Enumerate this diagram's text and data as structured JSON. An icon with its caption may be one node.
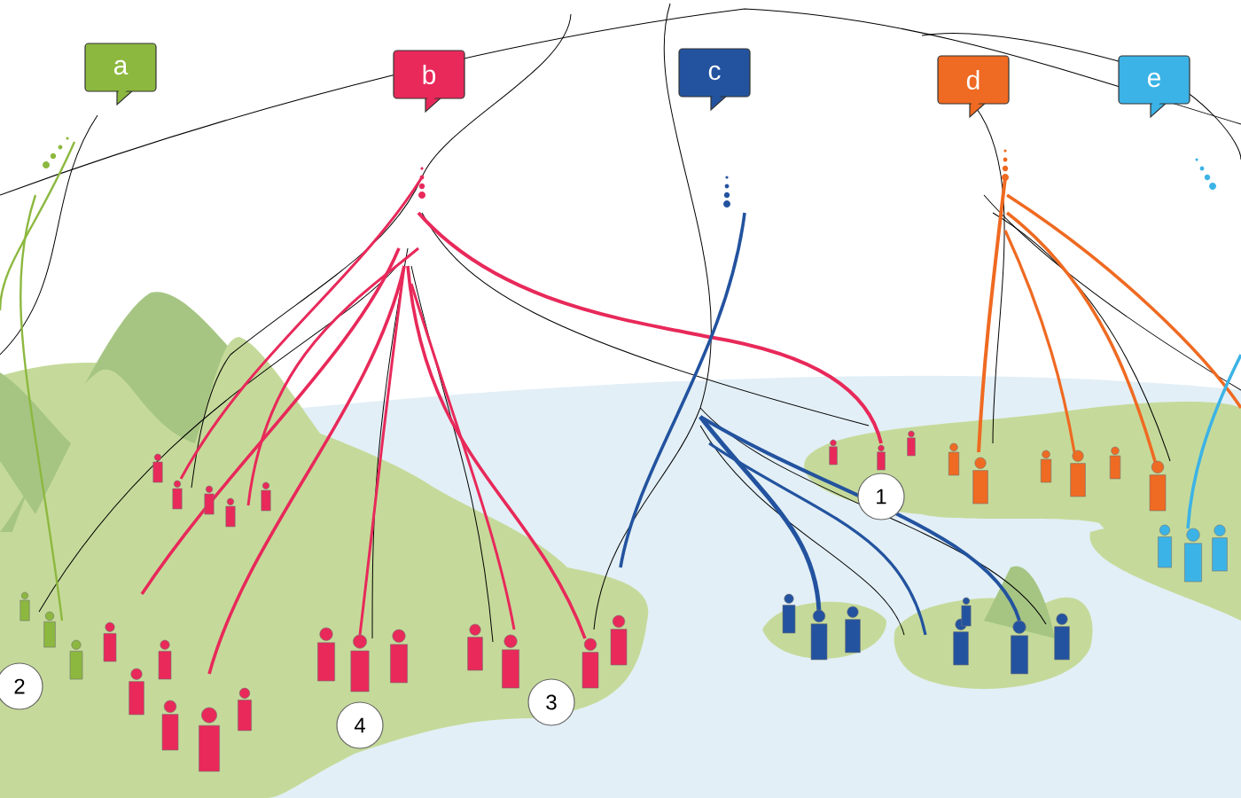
{
  "diagram": {
    "nodes": [
      {
        "text": [
          "a"
        ]
      },
      {
        "text": [
          "b"
        ]
      },
      {
        "text": [
          "c"
        ]
      },
      {
        "text": [
          "d"
        ]
      },
      {
        "text": [
          "e"
        ]
      },
      {
        "text": [
          "1"
        ]
      },
      {
        "text": [
          "2"
        ]
      },
      {
        "text": [
          "3"
        ]
      },
      {
        "text": [
          "4"
        ]
      }
    ]
  }
}
